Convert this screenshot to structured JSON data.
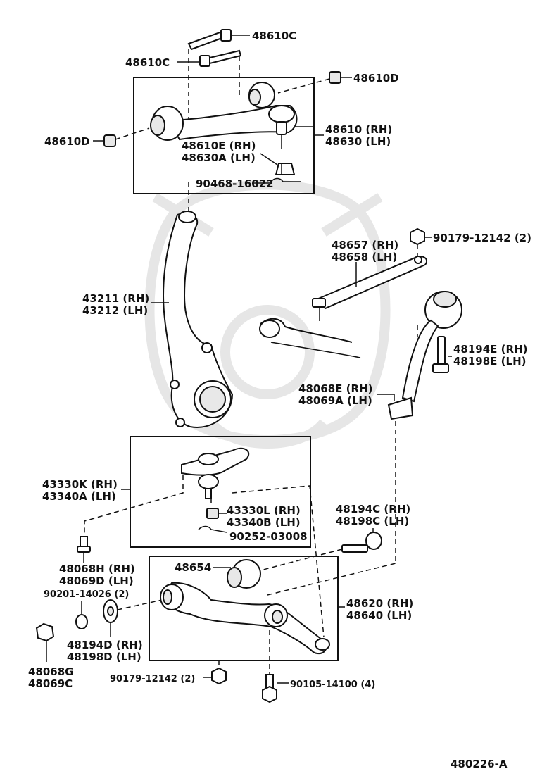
{
  "diagram_id": "480226-A",
  "labels": {
    "l48610c_top": "48610C",
    "l48610c_left": "48610C",
    "l48610d_right": "48610D",
    "l48610d_left": "48610D",
    "l48610_rh": "48610 (RH)",
    "l48630_lh": "48630 (LH)",
    "l48610e_rh": "48610E (RH)",
    "l48630a_lh": "48630A (LH)",
    "l90468": "90468-16022",
    "l90179_top": "90179-12142 (2)",
    "l48657_rh": "48657 (RH)",
    "l48658_lh": "48658 (LH)",
    "l43211_rh": "43211 (RH)",
    "l43212_lh": "43212 (LH)",
    "l48194e_rh": "48194E (RH)",
    "l48198e_lh": "48198E (LH)",
    "l48068e_rh": "48068E (RH)",
    "l48069a_lh": "48069A (LH)",
    "l43330k_rh": "43330K (RH)",
    "l43340a_lh": "43340A (LH)",
    "l43330l_rh": "43330L (RH)",
    "l43340b_lh": "43340B (LH)",
    "l90252": "90252-03008",
    "l48194c_rh": "48194C (RH)",
    "l48198c_lh": "48198C (LH)",
    "l48068h_rh": "48068H (RH)",
    "l48069d_lh": "48069D (LH)",
    "l48654": "48654",
    "l90201": "90201-14026 (2)",
    "l48620_rh": "48620 (RH)",
    "l48640_lh": "48640 (LH)",
    "l48194d_rh": "48194D (RH)",
    "l48198d_lh": "48198D (LH)",
    "l48068g": "48068G",
    "l48069c": "48069C",
    "l90179_bottom": "90179-12142 (2)",
    "l90105": "90105-14100 (4)"
  }
}
